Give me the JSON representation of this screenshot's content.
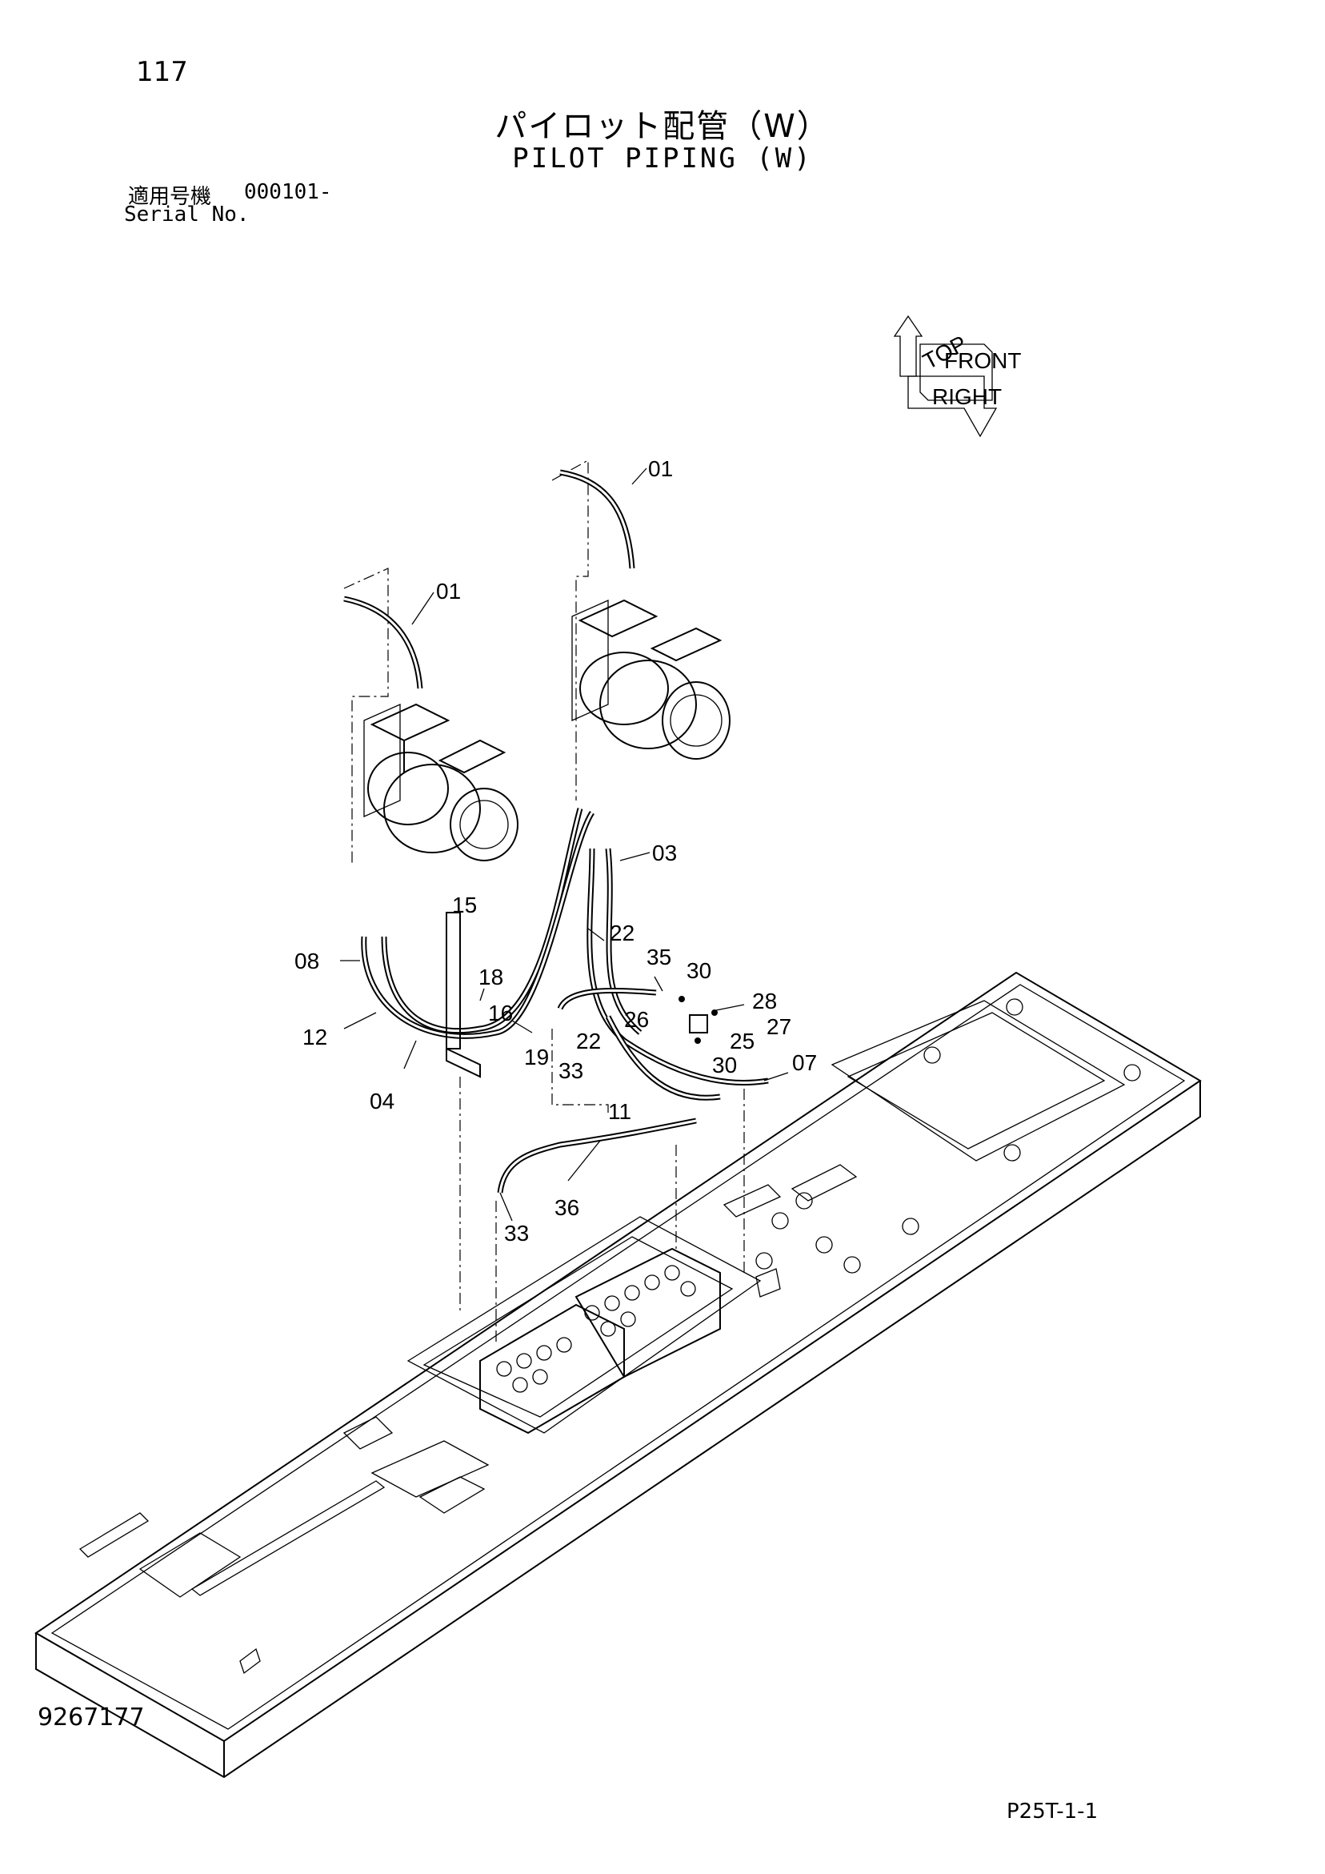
{
  "header": {
    "page_number": "117",
    "title_jp": "パイロット配管（W）",
    "title_en": "PILOT PIPING (W)",
    "serial_label_jp": "適用号機",
    "serial_value": "000101-",
    "serial_label_en": "Serial No."
  },
  "callouts": [
    {
      "id": "c01a",
      "text": "01"
    },
    {
      "id": "c01b",
      "text": "01"
    },
    {
      "id": "c03",
      "text": "03"
    },
    {
      "id": "c15",
      "text": "15"
    },
    {
      "id": "c08",
      "text": "08"
    },
    {
      "id": "c18",
      "text": "18"
    },
    {
      "id": "c22a",
      "text": "22"
    },
    {
      "id": "c35",
      "text": "35"
    },
    {
      "id": "c30a",
      "text": "30"
    },
    {
      "id": "c28",
      "text": "28"
    },
    {
      "id": "c27",
      "text": "27"
    },
    {
      "id": "c26",
      "text": "26"
    },
    {
      "id": "c25",
      "text": "25"
    },
    {
      "id": "c12",
      "text": "12"
    },
    {
      "id": "c16",
      "text": "16"
    },
    {
      "id": "c19",
      "text": "19"
    },
    {
      "id": "c22b",
      "text": "22"
    },
    {
      "id": "c33a",
      "text": "33"
    },
    {
      "id": "c30b",
      "text": "30"
    },
    {
      "id": "c07",
      "text": "07"
    },
    {
      "id": "c04",
      "text": "04"
    },
    {
      "id": "c11",
      "text": "11"
    },
    {
      "id": "c36",
      "text": "36"
    },
    {
      "id": "c33b",
      "text": "33"
    }
  ],
  "orientation_labels": [
    "TOP",
    "FRONT",
    "RIGHT"
  ],
  "footer": {
    "drawing_number": "9267177",
    "page_code": "P25T-1-1"
  }
}
